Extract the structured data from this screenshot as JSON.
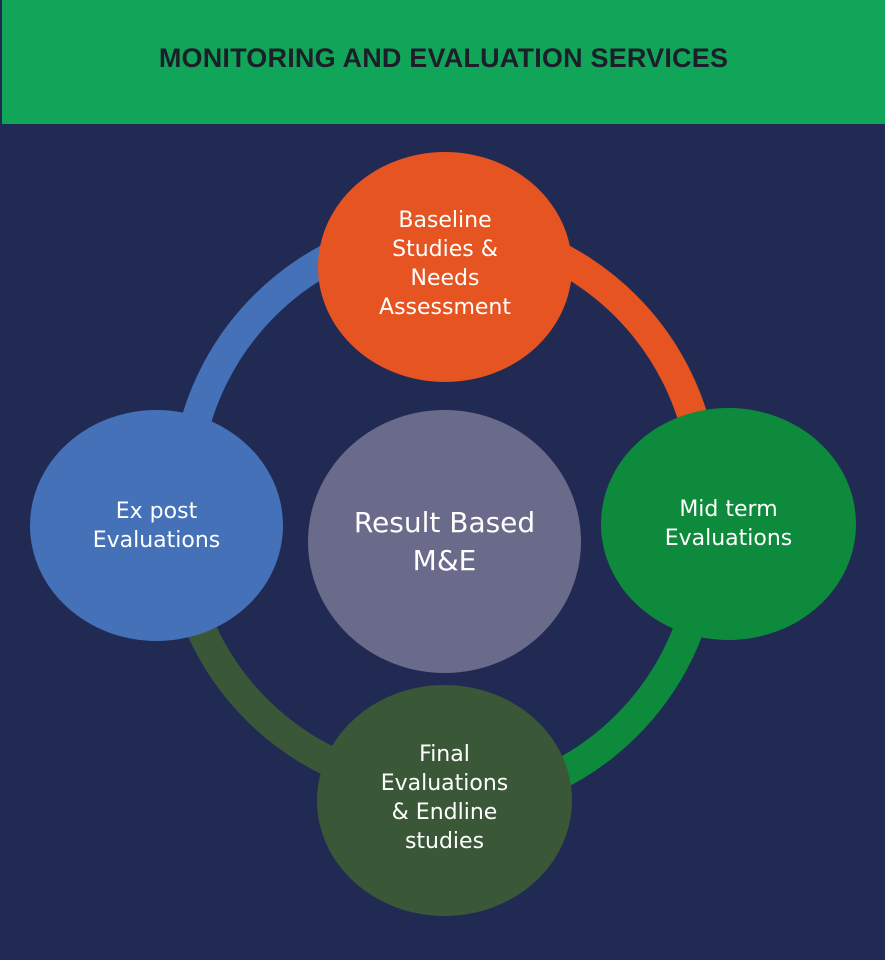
{
  "header": {
    "title": "MONITORING AND EVALUATION SERVICES"
  },
  "diagram": {
    "center": {
      "label": "Result Based\nM&E"
    },
    "nodes": {
      "top": {
        "label": "Baseline\nStudies &\nNeeds\nAssessment"
      },
      "right": {
        "label": "Mid term\nEvaluations"
      },
      "bottom": {
        "label": "Final\nEvaluations\n& Endline\nstudies"
      },
      "left": {
        "label": "Ex post\nEvaluations"
      }
    }
  },
  "colors": {
    "background": "#212a53",
    "header": "#11a55a",
    "header_text": "#1c1f2a",
    "top_node": "#e65422",
    "right_node": "#0e8a3c",
    "bottom_node": "#3a5737",
    "left_node": "#4471b8",
    "center_node": "#6a6a8b",
    "arc_top_right": "#e65422",
    "arc_right_bottom": "#0e8a3c",
    "arc_bottom_left": "#3a5737",
    "arc_left_top": "#4471b8"
  }
}
